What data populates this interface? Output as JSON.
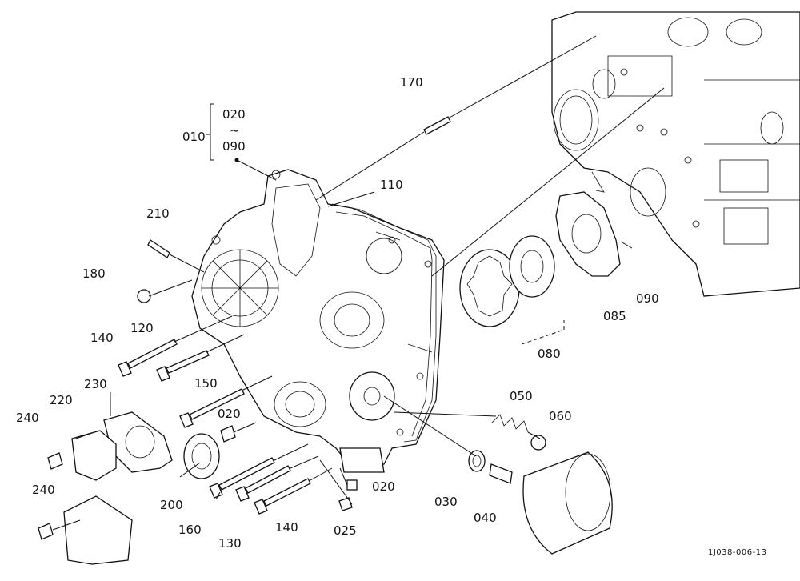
{
  "labels": {
    "l010": "010",
    "l020a": "020",
    "tilde": "~",
    "l090a": "090",
    "l170": "170",
    "l110": "110",
    "l210": "210",
    "l180": "180",
    "l140a": "140",
    "l120": "120",
    "l230": "230",
    "l150": "150",
    "l020b": "020",
    "l220": "220",
    "l240a": "240",
    "l200": "200",
    "l160": "160",
    "l130": "130",
    "l140b": "140",
    "l240b": "240",
    "l020c": "020",
    "l025": "025",
    "l030": "030",
    "l040": "040",
    "l050": "050",
    "l060": "060",
    "l080": "080",
    "l085": "085",
    "l090b": "090"
  },
  "figure_code": "1J038-006-13"
}
